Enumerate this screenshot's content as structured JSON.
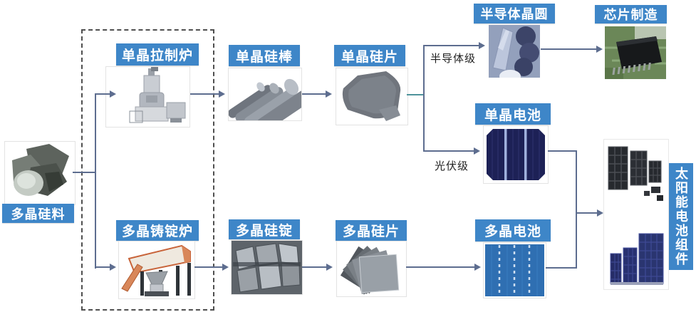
{
  "diagram": {
    "nodes": {
      "raw": {
        "label": "多晶硅料"
      },
      "mono_furnace": {
        "label": "单晶拉制炉"
      },
      "poly_furnace": {
        "label": "多晶铸锭炉"
      },
      "mono_rod": {
        "label": "单晶硅棒"
      },
      "mono_wafer": {
        "label": "单晶硅片"
      },
      "semi_wafer": {
        "label": "半导体晶圆"
      },
      "chip": {
        "label": "芯片制造"
      },
      "mono_cell": {
        "label": "单晶电池"
      },
      "poly_cell": {
        "label": "多晶电池"
      },
      "poly_ingot": {
        "label": "多晶硅锭"
      },
      "poly_wafer": {
        "label": "多晶硅片"
      },
      "module": {
        "label": "太阳能电池组件"
      }
    },
    "edge_labels": {
      "semiconductor_grade": "半导体级",
      "pv_grade": "光伏级"
    },
    "colors": {
      "label_bg": "#3e86c8",
      "label_text": "#ffffff",
      "line": "#5d6d8f",
      "teal_line": "#4e939b",
      "dashed_border": "#4f4f4f"
    }
  }
}
